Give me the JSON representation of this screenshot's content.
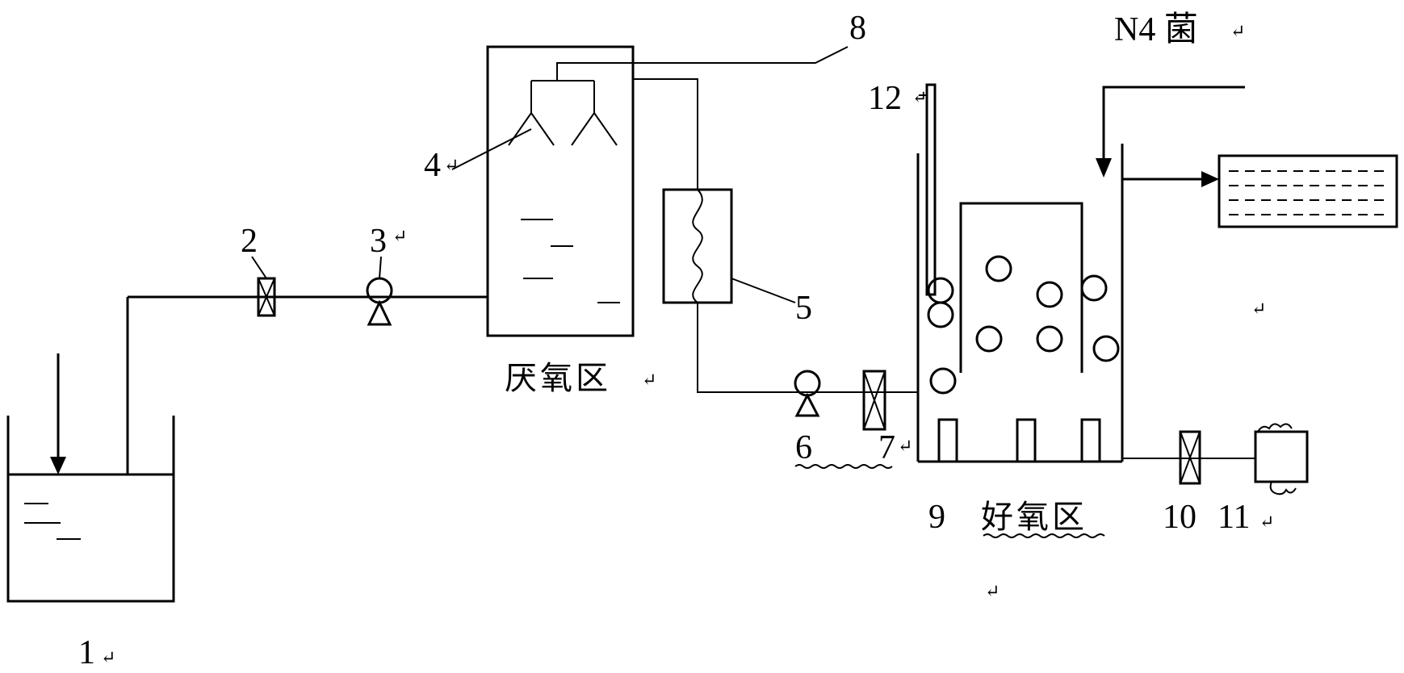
{
  "labels": {
    "tank": "1",
    "valve_1": "2",
    "pump_1": "3",
    "reactor_part": "4",
    "heat_exchanger": "5",
    "pump_2": "6",
    "valve_2": "7",
    "gas_pipe": "8",
    "aerator": "9",
    "valve_3": "10",
    "compressor": "11",
    "probe": "12",
    "bacteria": "N4 菌"
  },
  "zones": {
    "anaerobic": "厌氧区",
    "aerobic": "好氧区"
  },
  "return_mark": "↵"
}
